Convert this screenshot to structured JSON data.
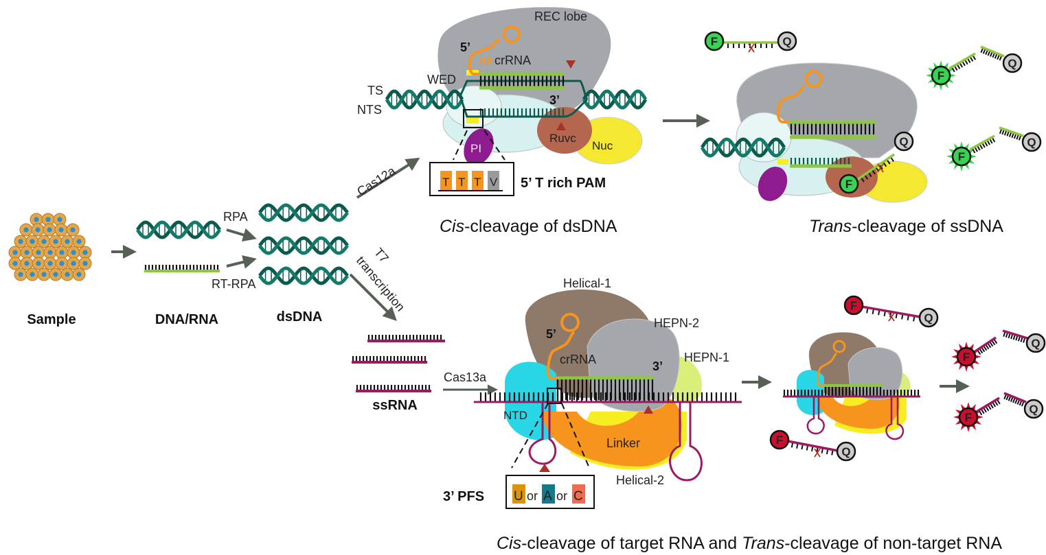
{
  "sample": {
    "label": "Sample"
  },
  "nucleic": {
    "label": "DNA/RNA"
  },
  "ds": {
    "label": "dsDNA"
  },
  "ssrna": {
    "label": "ssRNA"
  },
  "steps": {
    "rpa": "RPA",
    "rtrpa": "RT-RPA",
    "cas12a": "Cas12a",
    "cas13a": "Cas13a",
    "t7_line1": "T7",
    "t7_line2": "transcription"
  },
  "cas12": {
    "rec_lobe": "REC lobe",
    "crrna": "crRNA",
    "five_prime": "5’",
    "three_prime": "3’",
    "wed": "WED",
    "ts": "TS",
    "nts": "NTS",
    "pi": "PI",
    "ruvc": "Ruvc",
    "nuc": "Nuc",
    "pam_bases": [
      "T",
      "T",
      "T",
      "V"
    ],
    "pam_label": "5’ T rich PAM",
    "cis_italic": "Cis",
    "cis_rest": "-cleavage of dsDNA",
    "trans_italic": "Trans",
    "trans_rest": "-cleavage of ssDNA"
  },
  "cas13": {
    "helical1": "Helical-1",
    "hepn2": "HEPN-2",
    "hepn1": "HEPN-1",
    "crrna": "crRNA",
    "five_prime": "5’",
    "three_prime": "3’",
    "ntd": "NTD",
    "linker": "Linker",
    "helical2": "Helical-2",
    "pfs_label": "3’ PFS",
    "pfs_u": "U",
    "pfs_a": "A",
    "pfs_c": "C",
    "pfs_or": "or",
    "bottom_cis_italic": "Cis",
    "bottom_mid": "-cleavage of target RNA and ",
    "bottom_trans_italic": "Trans",
    "bottom_rest": "-cleavage of non-target RNA"
  },
  "reporter": {
    "fluor": "F",
    "quench": "Q"
  },
  "colors": {
    "helix": "#137a6a",
    "helix_dark": "#0c5a4d",
    "green": "#8dc63f",
    "orange": "#f7941d",
    "magenta": "#9b1b62",
    "rec": "#a4a8ad",
    "lightcyan": "#d7f1f0",
    "purple": "#8e1c8e",
    "ruvc": "#b5664f",
    "nuc": "#f4e830",
    "brown": "#8f7a6a",
    "cyan": "#29d6e6",
    "lime": "#d8f07a",
    "yellow": "#f7ee21",
    "fluor_green": "#39d353",
    "fluor_red": "#c8102e",
    "arrow": "#566056"
  }
}
